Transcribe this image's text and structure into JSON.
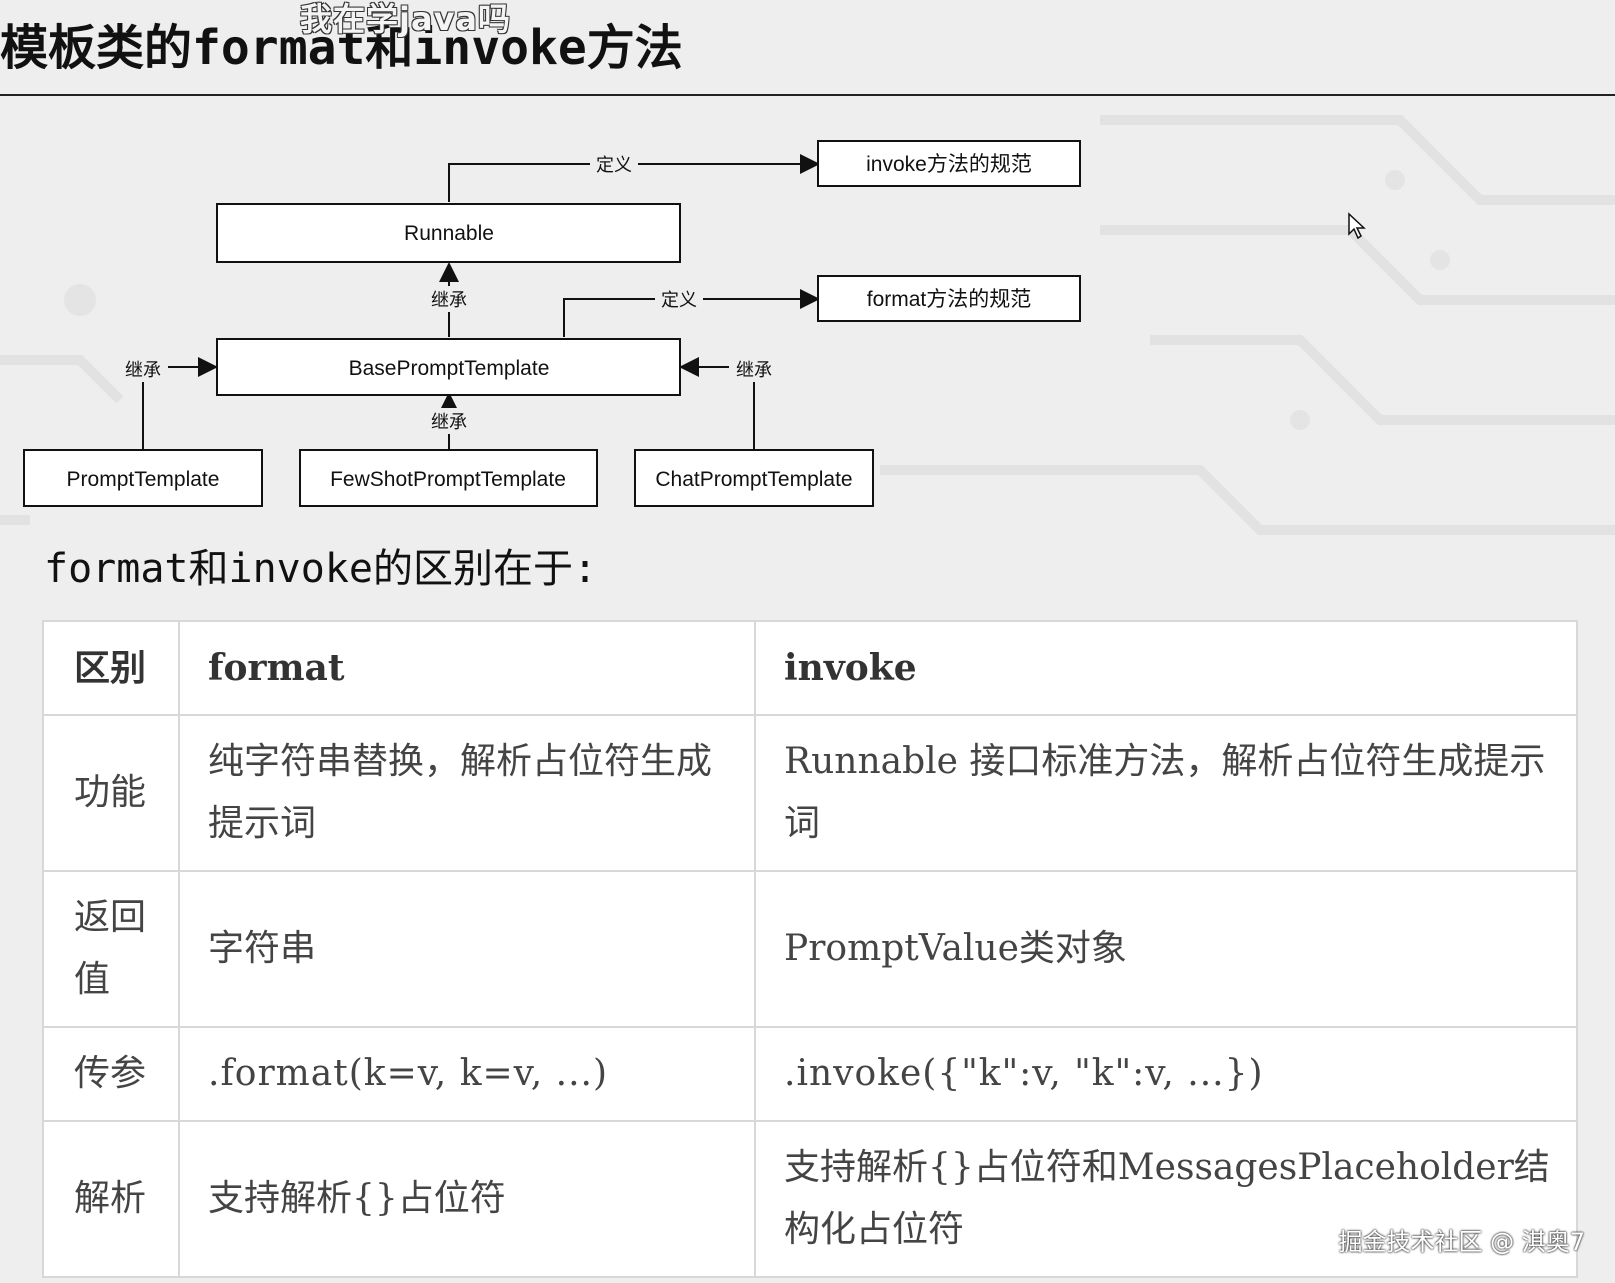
{
  "header": {
    "title": "模板类的format和invoke方法",
    "overlay_caption": "我在学java吗"
  },
  "diagram": {
    "nodes": {
      "runnable": "Runnable",
      "invoke_spec": "invoke方法的规范",
      "format_spec": "format方法的规范",
      "base": "BasePromptTemplate",
      "prompt": "PromptTemplate",
      "fewshot": "FewShotPromptTemplate",
      "chat": "ChatPromptTemplate"
    },
    "edges": {
      "define_1": "定义",
      "define_2": "定义",
      "inherit_base_runnable": "继承",
      "inherit_prompt": "继承",
      "inherit_fewshot": "继承",
      "inherit_chat": "继承"
    }
  },
  "subtitle": "format和invoke的区别在于:",
  "table": {
    "headers": [
      "区别",
      "format",
      "invoke"
    ],
    "rows": [
      [
        "功能",
        "纯字符串替换，解析占位符生成提示词",
        "Runnable 接口标准方法，解析占位符生成提示词"
      ],
      [
        "返回值",
        "字符串",
        "PromptValue类对象"
      ],
      [
        "传参",
        ".format(k=v, k=v, ...)",
        ".invoke({\"k\":v, \"k\":v, ...})"
      ],
      [
        "解析",
        "支持解析{}占位符",
        "支持解析{}占位符和MessagesPlaceholder结构化占位符"
      ]
    ]
  },
  "watermark": "掘金技术社区 @ 淇奥7"
}
